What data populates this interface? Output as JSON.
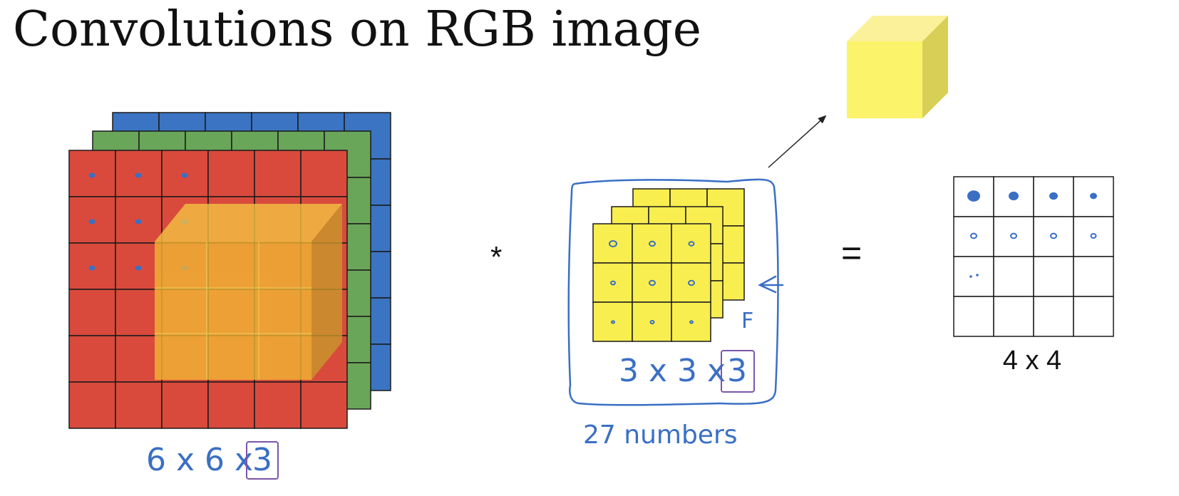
{
  "title": "Convolutions on RGB image",
  "operators": {
    "convolve": "*",
    "equals": "="
  },
  "input": {
    "rows": 6,
    "cols": 6,
    "size_prefix": "6 x 6 x",
    "size_channels": "3",
    "channel_colors": [
      "#d94a3d",
      "#6aa65a",
      "#3b74c2"
    ]
  },
  "filter": {
    "rows": 3,
    "cols": 3,
    "size_prefix": "3 x 3 x",
    "size_channels": "3",
    "count_label": "27   numbers",
    "color": "#f9ee50",
    "pointer_label": "F"
  },
  "output": {
    "rows": 4,
    "cols": 4,
    "size_label": "4 x 4"
  },
  "result_cube_color": "#f9ee50",
  "highlight_color": "#7b55a8",
  "ink_color": "#3a6fc4"
}
